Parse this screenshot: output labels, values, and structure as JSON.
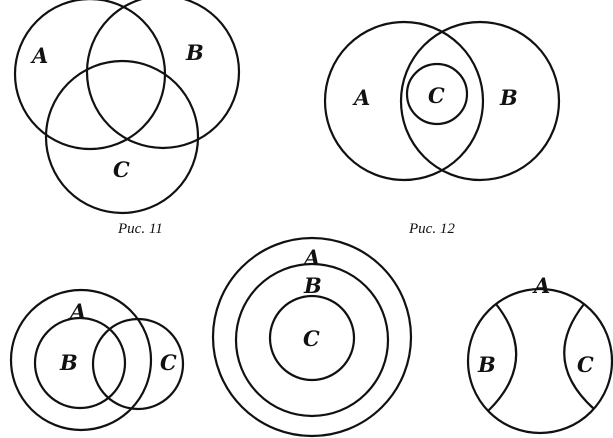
{
  "figures": {
    "fig11": {
      "caption": "Рис. 11",
      "labels": {
        "a": "A",
        "b": "B",
        "c": "C"
      }
    },
    "fig12": {
      "caption": "Рис. 12",
      "labels": {
        "a": "A",
        "b": "B",
        "c": "C"
      }
    },
    "fig13": {
      "labels": {
        "a": "A",
        "b": "B",
        "c": "C"
      }
    },
    "fig14": {
      "labels": {
        "a": "A",
        "b": "B",
        "c": "C"
      }
    },
    "fig15": {
      "labels": {
        "a": "A",
        "b": "B",
        "c": "C"
      }
    }
  },
  "colors": {
    "ink": "#111111",
    "paper": "#ffffff"
  }
}
